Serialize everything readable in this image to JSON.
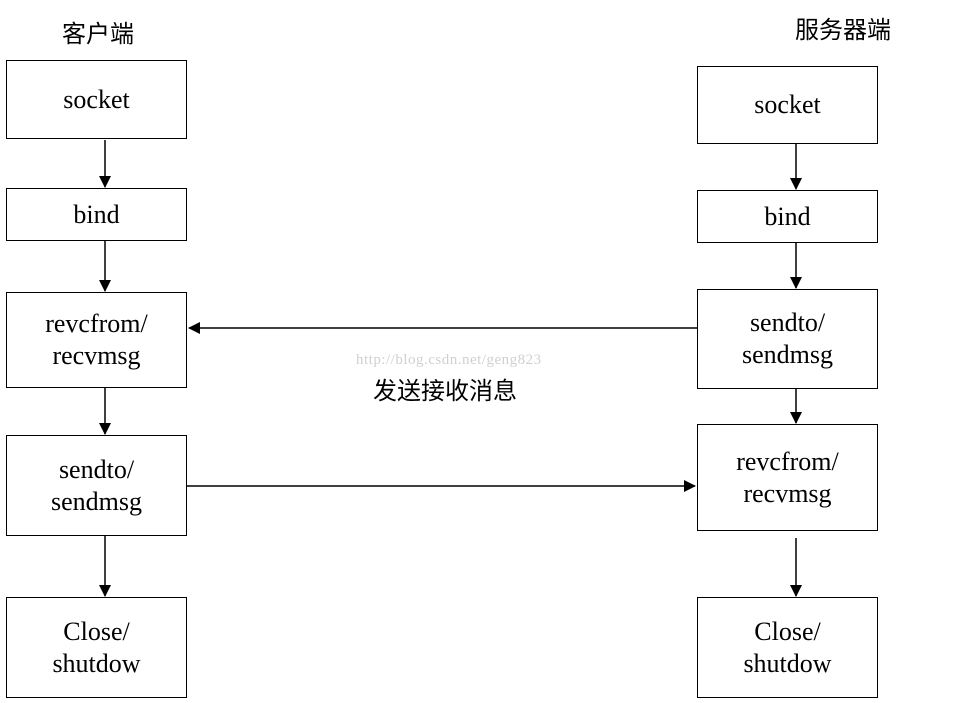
{
  "client": {
    "title": "客户端",
    "steps": [
      {
        "line1": "socket",
        "line2": ""
      },
      {
        "line1": "bind",
        "line2": ""
      },
      {
        "line1": "revcfrom/",
        "line2": "recvmsg"
      },
      {
        "line1": "sendto/",
        "line2": "sendmsg"
      },
      {
        "line1": "Close/",
        "line2": "shutdow"
      }
    ]
  },
  "server": {
    "title": "服务器端",
    "steps": [
      {
        "line1": "socket",
        "line2": ""
      },
      {
        "line1": "bind",
        "line2": ""
      },
      {
        "line1": "sendto/",
        "line2": "sendmsg"
      },
      {
        "line1": "revcfrom/",
        "line2": "recvmsg"
      },
      {
        "line1": "Close/",
        "line2": "shutdow"
      }
    ]
  },
  "message_label": "发送接收消息",
  "watermark": "http://blog.csdn.net/geng823"
}
